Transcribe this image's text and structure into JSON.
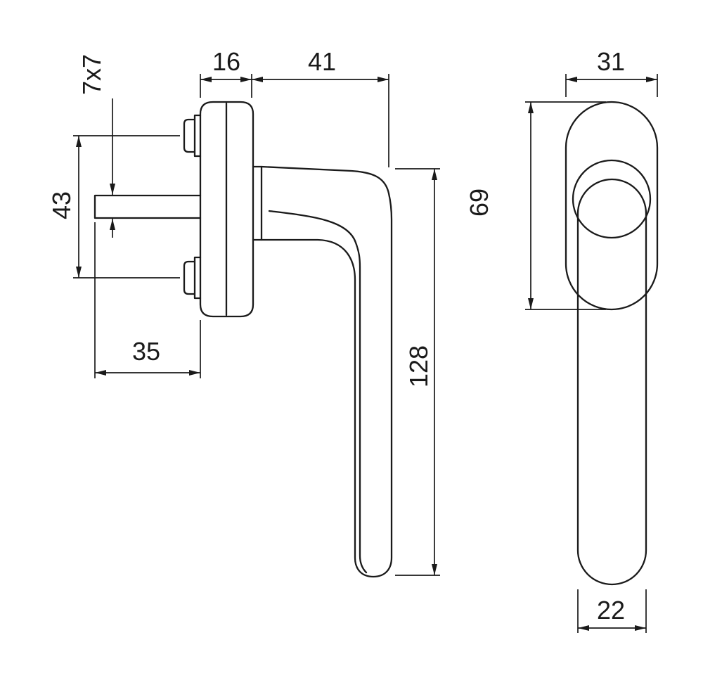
{
  "drawing": {
    "kind": "window-handle-technical-drawing",
    "views": [
      "side-view",
      "front-view"
    ]
  },
  "colors": {
    "line": "#1a1a1a",
    "background": "#ffffff"
  },
  "dimensions": {
    "side": {
      "plate_thickness": "16",
      "neck_length": "41",
      "spindle_section": "7x7",
      "screw_spacing": "43",
      "spindle_length": "35",
      "handle_length": "128"
    },
    "front": {
      "rosette_width": "31",
      "rosette_height": "69",
      "grip_width": "22"
    }
  }
}
